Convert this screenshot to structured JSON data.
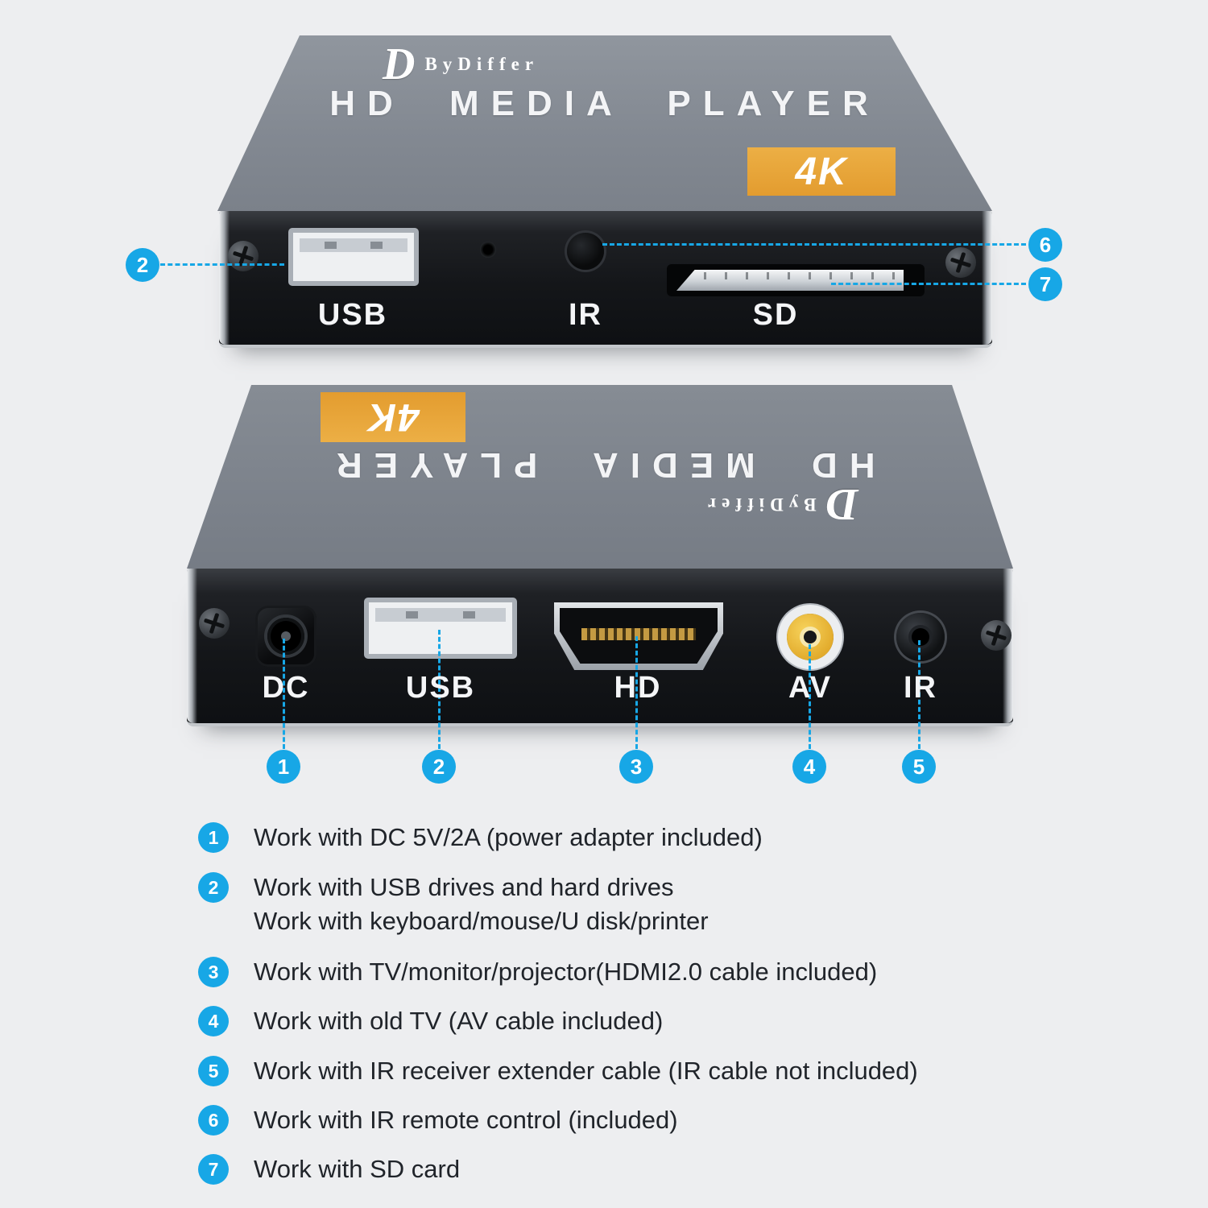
{
  "colors": {
    "accent": "#17a7e6",
    "badge": "#e8a23b"
  },
  "brand": {
    "name": "ByDiffer",
    "logo_letter": "D"
  },
  "device": {
    "title": "HD MEDIA PLAYER",
    "badge": "4K"
  },
  "front_view": {
    "labels": {
      "usb": "USB",
      "ir": "IR",
      "sd": "SD"
    },
    "callouts": {
      "usb": "2",
      "ir": "6",
      "sd": "7"
    }
  },
  "rear_view": {
    "labels": {
      "dc": "DC",
      "usb": "USB",
      "hd": "HD",
      "av": "AV",
      "ir": "IR"
    },
    "callouts": {
      "dc": "1",
      "usb": "2",
      "hd": "3",
      "av": "4",
      "ir": "5"
    }
  },
  "features": [
    {
      "num": "1",
      "text": "Work with DC 5V/2A (power adapter included)"
    },
    {
      "num": "2",
      "text": "Work with USB drives and hard drives",
      "text2": "Work with keyboard/mouse/U disk/printer"
    },
    {
      "num": "3",
      "text": "Work with TV/monitor/projector(HDMI2.0 cable included)"
    },
    {
      "num": "4",
      "text": "Work with old TV (AV cable included)"
    },
    {
      "num": "5",
      "text": "Work with IR receiver extender cable (IR cable not included)"
    },
    {
      "num": "6",
      "text": "Work with IR remote control (included)"
    },
    {
      "num": "7",
      "text": "Work with SD card"
    }
  ]
}
